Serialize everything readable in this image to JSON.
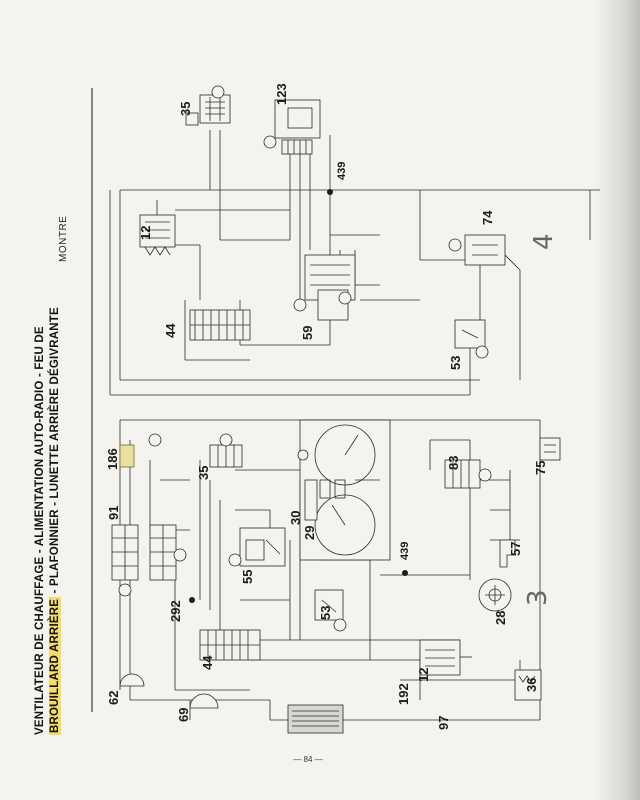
{
  "title": {
    "line1": "VENTILATEUR DE CHAUFFAGE - ALIMENTATION AUTO-RADIO - FEU DE",
    "line2_highlight": "BROUILLARD ARRIÈRE",
    "line2_rest": " - PLAFONNIER - LUNETTE ARRIÈRE DÉGIVRANTE"
  },
  "side_label": "MONTRE",
  "page_number": "— 84 —",
  "diagram_numbers": {
    "sheet_3": "3",
    "sheet_4": "4"
  },
  "component_ids": {
    "c35_top": "35",
    "c123": "123",
    "c439_top": "439",
    "c12_top": "12",
    "c44_top": "44",
    "c59": "59",
    "c74": "74",
    "c53_top": "53",
    "c186": "186",
    "c91": "91",
    "c292": "292",
    "c35_bottom": "35",
    "c30": "30",
    "c29": "29",
    "c83": "83",
    "c75": "75",
    "c55": "55",
    "c57": "57",
    "c439_bottom": "439",
    "c44_bottom": "44",
    "c53_bottom": "53",
    "c28": "28",
    "c12_bottom": "12",
    "c62": "62",
    "c69": "69",
    "c192": "192",
    "c97": "97",
    "c36": "36"
  }
}
